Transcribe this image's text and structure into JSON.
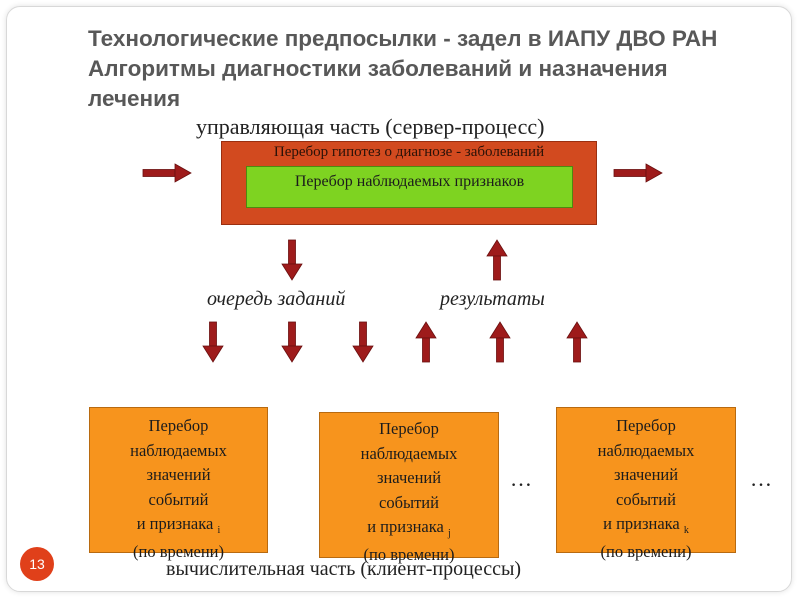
{
  "slide": {
    "title": "Технологические предпосылки - задел в ИАПУ ДВО РАН Алгоритмы диагностики заболеваний и назначения лечения",
    "number": "13"
  },
  "server": {
    "label": "управляющая часть (сервер-процесс)",
    "hypotheses_label": "Перебор гипотез о диагнозе - заболеваний",
    "inner_label": "Перебор наблюдаемых признаков",
    "color": "#d24a1f",
    "inner_color": "#7ed321"
  },
  "flow": {
    "queue_label": "очередь заданий",
    "results_label": "результаты",
    "arrow_color": "#9e1b1b"
  },
  "clients": {
    "color": "#f7941d",
    "label": "вычислительная часть (клиент-процессы)",
    "ellipsis": "…",
    "boxes": [
      {
        "lines": [
          "Перебор",
          "наблюдаемых",
          "значений",
          "событий",
          "и признака"
        ],
        "index": "i",
        "tail": "(по времени)"
      },
      {
        "lines": [
          "Перебор",
          "наблюдаемых",
          "значений",
          "событий",
          "и признака"
        ],
        "index": "j",
        "tail": "(по времени)"
      },
      {
        "lines": [
          "Перебор",
          "наблюдаемых",
          "значений",
          "событий",
          "и признака"
        ],
        "index": "k",
        "tail": "(по времени)"
      }
    ]
  }
}
